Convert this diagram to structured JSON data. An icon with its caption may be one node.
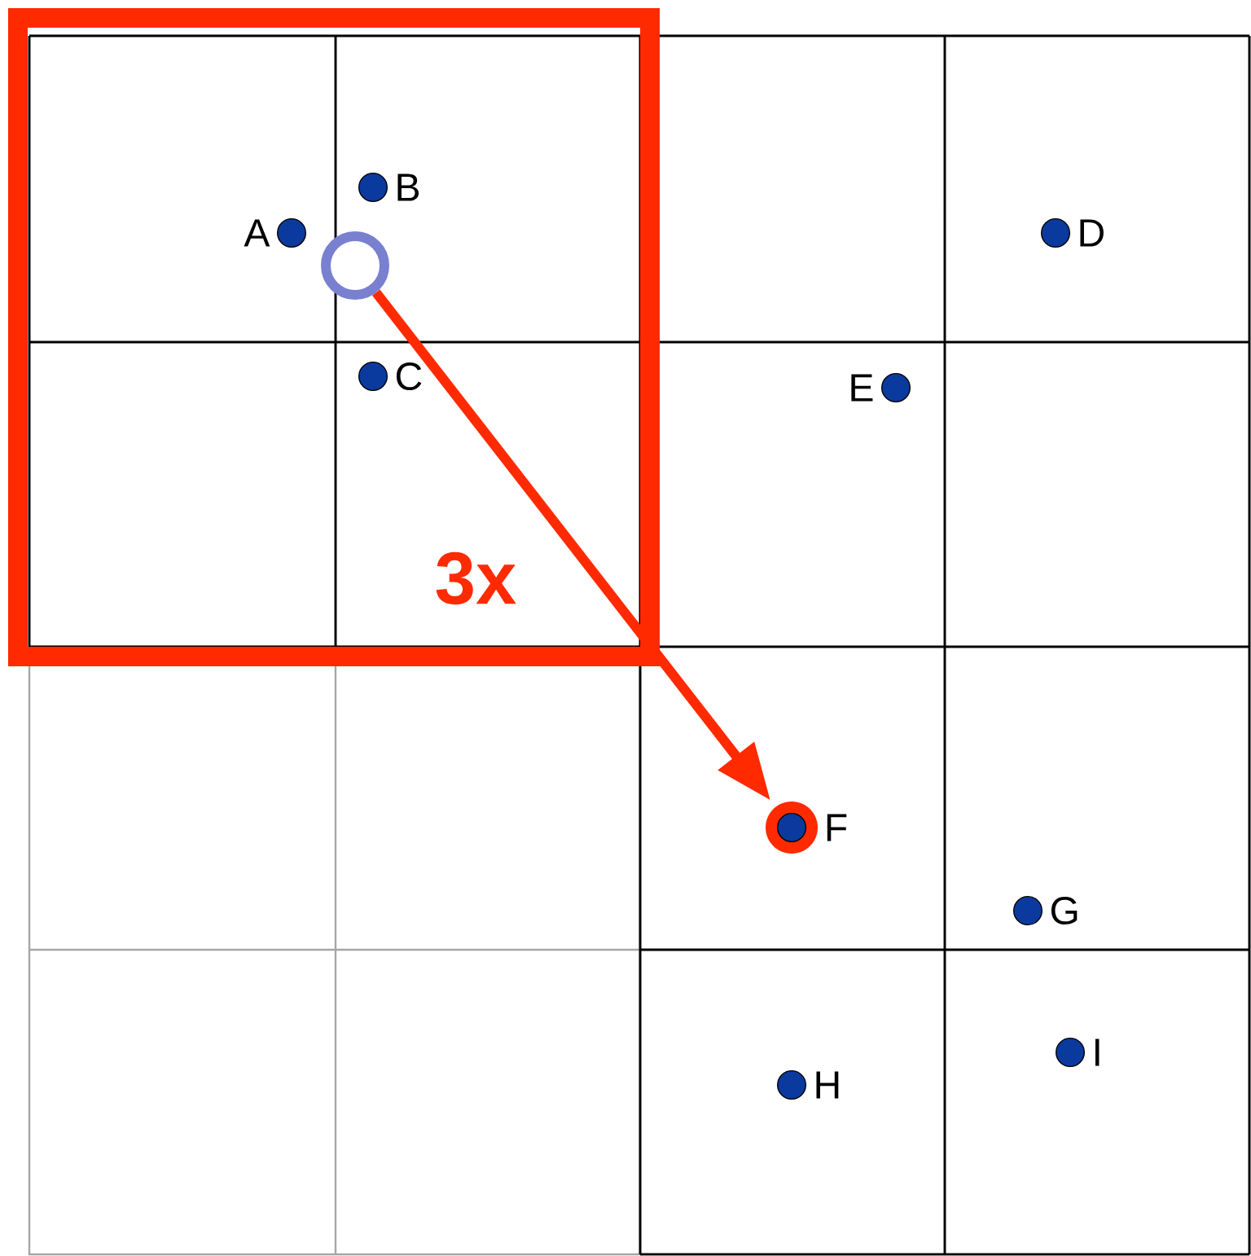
{
  "diagram": {
    "nodes": [
      {
        "text": [
          "B"
        ]
      },
      {
        "text": [
          "A"
        ]
      },
      {
        "text": [
          "D"
        ]
      },
      {
        "text": [],
        "shape": "circle"
      },
      {
        "text": [
          "C"
        ]
      },
      {
        "text": [
          "E"
        ]
      },
      {
        "text": [
          "F"
        ]
      },
      {
        "text": [
          "G"
        ]
      },
      {
        "text": [
          "I"
        ]
      },
      {
        "text": [
          "H"
        ]
      }
    ],
    "edges": [
      {
        "from": 3,
        "to": 6,
        "arrow": "to",
        "label": "3x",
        "color": "#ff2a00"
      }
    ]
  }
}
